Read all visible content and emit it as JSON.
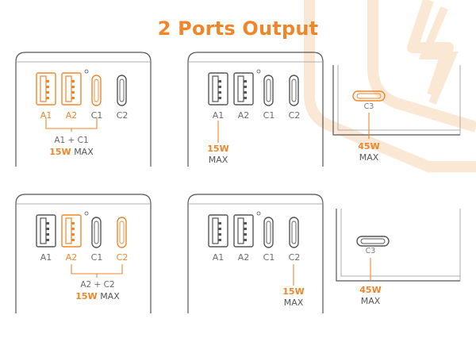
{
  "title": "2 Ports Output",
  "ports": {
    "a1": "A1",
    "a2": "A2",
    "c1": "C1",
    "c2": "C2",
    "c3": "C3"
  },
  "panels": [
    {
      "combo": "A1 + C1",
      "watt": "15W",
      "max": "MAX"
    },
    {
      "watt": "15W",
      "max": "MAX"
    },
    {
      "watt": "45W",
      "max": "MAX"
    },
    {
      "combo": "A2 + C2",
      "watt": "15W",
      "max": "MAX"
    },
    {
      "watt": "15W",
      "max": "MAX"
    },
    {
      "watt": "45W",
      "max": "MAX"
    }
  ],
  "colors": {
    "accent": "#f0862a",
    "outline": "#555555",
    "background_graphic": "#fbe8d4"
  }
}
